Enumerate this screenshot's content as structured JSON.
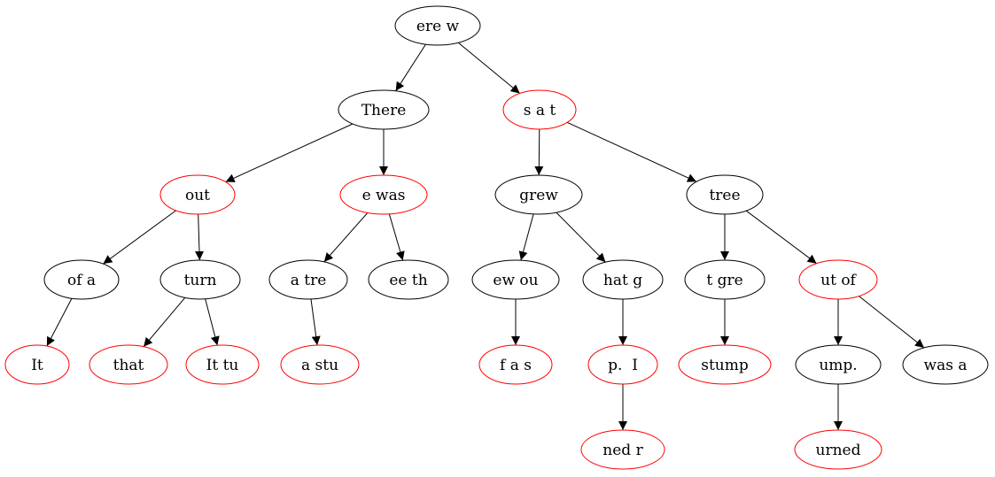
{
  "colors": {
    "black": "#000000",
    "red": "#ff0000",
    "background": "#ffffff"
  },
  "nodes": [
    {
      "id": "n_ere_w",
      "label": "ere w",
      "color": "black"
    },
    {
      "id": "n_there",
      "label": "There",
      "color": "black"
    },
    {
      "id": "n_s_a_t",
      "label": "s a t",
      "color": "red"
    },
    {
      "id": "n_out",
      "label": "out",
      "color": "red"
    },
    {
      "id": "n_e_was",
      "label": "e was",
      "color": "red"
    },
    {
      "id": "n_grew",
      "label": "grew",
      "color": "black"
    },
    {
      "id": "n_tree",
      "label": "tree",
      "color": "black"
    },
    {
      "id": "n_of_a",
      "label": "of a",
      "color": "black"
    },
    {
      "id": "n_turn",
      "label": "turn",
      "color": "black"
    },
    {
      "id": "n_a_tre",
      "label": "a tre",
      "color": "black"
    },
    {
      "id": "n_ee_th",
      "label": "ee th",
      "color": "black"
    },
    {
      "id": "n_ew_ou",
      "label": "ew ou",
      "color": "black"
    },
    {
      "id": "n_hat_g",
      "label": "hat g",
      "color": "black"
    },
    {
      "id": "n_t_gre",
      "label": "t gre",
      "color": "black"
    },
    {
      "id": "n_ut_of",
      "label": "ut of",
      "color": "red"
    },
    {
      "id": "n_it",
      "label": "It",
      "color": "red"
    },
    {
      "id": "n_that",
      "label": "that",
      "color": "red"
    },
    {
      "id": "n_it_tu",
      "label": "It tu",
      "color": "red"
    },
    {
      "id": "n_a_stu",
      "label": "a stu",
      "color": "red"
    },
    {
      "id": "n_f_a_s",
      "label": "f a s",
      "color": "red"
    },
    {
      "id": "n_p_i",
      "label": "p.  I",
      "color": "red"
    },
    {
      "id": "n_stump",
      "label": "stump",
      "color": "red"
    },
    {
      "id": "n_ump",
      "label": "ump.",
      "color": "black"
    },
    {
      "id": "n_was_a",
      "label": "was a",
      "color": "black"
    },
    {
      "id": "n_ned_r",
      "label": "ned r",
      "color": "red"
    },
    {
      "id": "n_urned",
      "label": "urned",
      "color": "red"
    }
  ],
  "edges": [
    [
      "n_ere_w",
      "n_there"
    ],
    [
      "n_ere_w",
      "n_s_a_t"
    ],
    [
      "n_there",
      "n_out"
    ],
    [
      "n_there",
      "n_e_was"
    ],
    [
      "n_s_a_t",
      "n_grew"
    ],
    [
      "n_s_a_t",
      "n_tree"
    ],
    [
      "n_out",
      "n_of_a"
    ],
    [
      "n_out",
      "n_turn"
    ],
    [
      "n_e_was",
      "n_a_tre"
    ],
    [
      "n_e_was",
      "n_ee_th"
    ],
    [
      "n_grew",
      "n_ew_ou"
    ],
    [
      "n_grew",
      "n_hat_g"
    ],
    [
      "n_tree",
      "n_t_gre"
    ],
    [
      "n_tree",
      "n_ut_of"
    ],
    [
      "n_of_a",
      "n_it"
    ],
    [
      "n_turn",
      "n_that"
    ],
    [
      "n_turn",
      "n_it_tu"
    ],
    [
      "n_a_tre",
      "n_a_stu"
    ],
    [
      "n_ew_ou",
      "n_f_a_s"
    ],
    [
      "n_hat_g",
      "n_p_i"
    ],
    [
      "n_t_gre",
      "n_stump"
    ],
    [
      "n_ut_of",
      "n_ump"
    ],
    [
      "n_ut_of",
      "n_was_a"
    ],
    [
      "n_p_i",
      "n_ned_r"
    ],
    [
      "n_ump",
      "n_urned"
    ]
  ]
}
